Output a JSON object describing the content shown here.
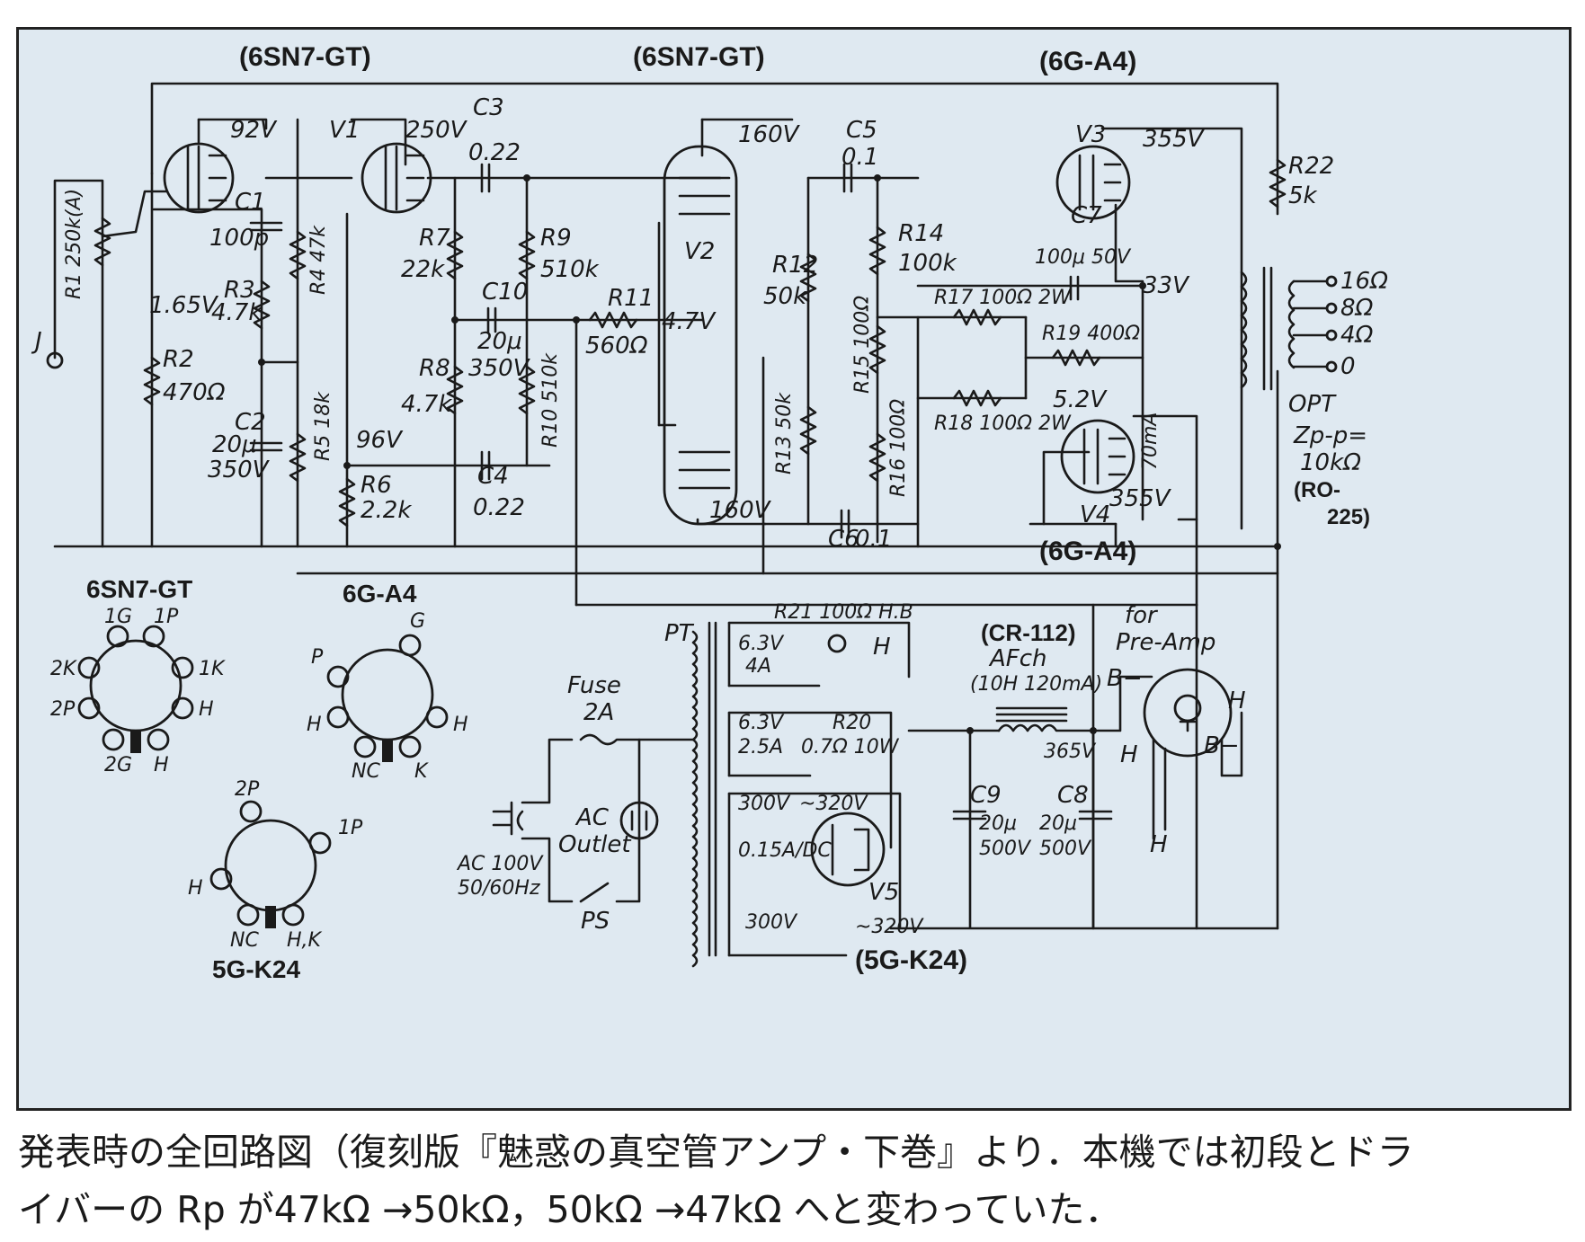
{
  "headers": {
    "v1_type": "(6SN7-GT)",
    "v2_type": "(6SN7-GT)",
    "v3_type": "(6G-A4)",
    "v4_type": "(6G-A4)",
    "v5_type": "(5G-K24)",
    "choke_type": "(CR-112)",
    "opt_type_a": "(RO-",
    "opt_type_b": "225)"
  },
  "tube_labels": {
    "v1": "V1",
    "v2": "V2",
    "v3": "V3",
    "v4": "V4",
    "v5": "V5"
  },
  "voltages": {
    "v1_plate": "92V",
    "v1b_plate": "250V",
    "v1_cathode": "1.65V",
    "v1b_cathode": "96V",
    "v2_plate_top": "160V",
    "v2_plate_bottom": "160V",
    "v2_cathode": "4.7V",
    "v3_plate": "355V",
    "v4_plate": "355V",
    "v3_cathode": "33V",
    "v4_cathode": "5.2V",
    "b_plus": "365V",
    "current": "70mA"
  },
  "components": {
    "r1": "R1 250k(A)",
    "r2": "R2",
    "r2_val": "470Ω",
    "r3": "R3",
    "r3_val": "4.7k",
    "r4": "R4 47k",
    "r5": "R5 18k",
    "r6": "R6",
    "r6_val": "2.2k",
    "r7": "R7",
    "r7_val": "22k",
    "r8": "R8",
    "r8_val": "4.7k",
    "r9": "R9",
    "r9_val": "510k",
    "r10": "R10 510k",
    "r11": "R11",
    "r11_val": "560Ω",
    "r12": "R12",
    "r12_val": "50k",
    "r13": "R13 50k",
    "r14": "R14",
    "r14_val": "100k",
    "r15": "R15 100Ω",
    "r16": "R16 100Ω",
    "r17": "R17 100Ω 2W",
    "r18": "R18 100Ω 2W",
    "r19": "R19 400Ω",
    "r20": "R20",
    "r20_val": "0.7Ω 10W",
    "r21": "R21 100Ω H.B",
    "r22": "R22",
    "r22_val": "5k",
    "c1": "C1",
    "c1_val": "100p",
    "c2": "C2",
    "c2_val1": "20μ",
    "c2_val2": "350V",
    "c3": "C3",
    "c3_val": "0.22",
    "c4": "C4",
    "c4_val": "0.22",
    "c5": "C5",
    "c5_val": "0.1",
    "c6": "C6",
    "c6_val": "0.1",
    "c7": "C7",
    "c7_val": "100μ 50V",
    "c8": "C8",
    "c8_val1": "20μ",
    "c8_val2": "500V",
    "c9": "C9",
    "c9_val1": "20μ",
    "c9_val2": "500V",
    "c10": "C10",
    "c10_val1": "20μ",
    "c10_val2": "350V"
  },
  "input": {
    "jack": "J"
  },
  "output": {
    "taps": [
      "16Ω",
      "8Ω",
      "4Ω",
      "0"
    ],
    "opt": "OPT",
    "zpp": "Zp-p=",
    "zpp_val": "10kΩ"
  },
  "power": {
    "pt": "PT",
    "heater1_v": "6.3V",
    "heater1_a": "4A",
    "heater2_v": "6.3V",
    "heater2_a": "2.5A",
    "hv_a": "300V",
    "hv_b": "~320V",
    "hv_cur": "0.15A/DC",
    "hv_c": "300V",
    "hv_d": "~320V",
    "h_mark": "H",
    "fuse": "Fuse",
    "fuse_val": "2A",
    "ac_in": "AC 100V",
    "ac_freq": "50/60Hz",
    "ac_outlet1": "AC",
    "ac_outlet2": "Outlet",
    "switch": "PS",
    "choke1": "AFch",
    "choke2": "(10H 120mA)",
    "preamp1": "for",
    "preamp2": "Pre-Amp",
    "b_minus": "B−",
    "h": "H"
  },
  "pinouts": {
    "sn7": {
      "name": "6SN7-GT",
      "pins": [
        "1G",
        "1P",
        "2K",
        "1K",
        "2P",
        "H",
        "2G",
        "H"
      ]
    },
    "ga4": {
      "name": "6G-A4",
      "pins": [
        "G",
        "P",
        "H",
        "H",
        "NC",
        "K"
      ]
    },
    "gk24": {
      "name": "5G-K24",
      "pins": [
        "2P",
        "1P",
        "H",
        "NC",
        "H,K"
      ]
    }
  },
  "caption": {
    "line1": "発表時の全回路図（復刻版『魅惑の真空管アンプ・下巻』より．本機では初段とドラ",
    "line2": "イバーの Rp が47kΩ →50kΩ，50kΩ →47kΩ へと変わっていた．"
  }
}
